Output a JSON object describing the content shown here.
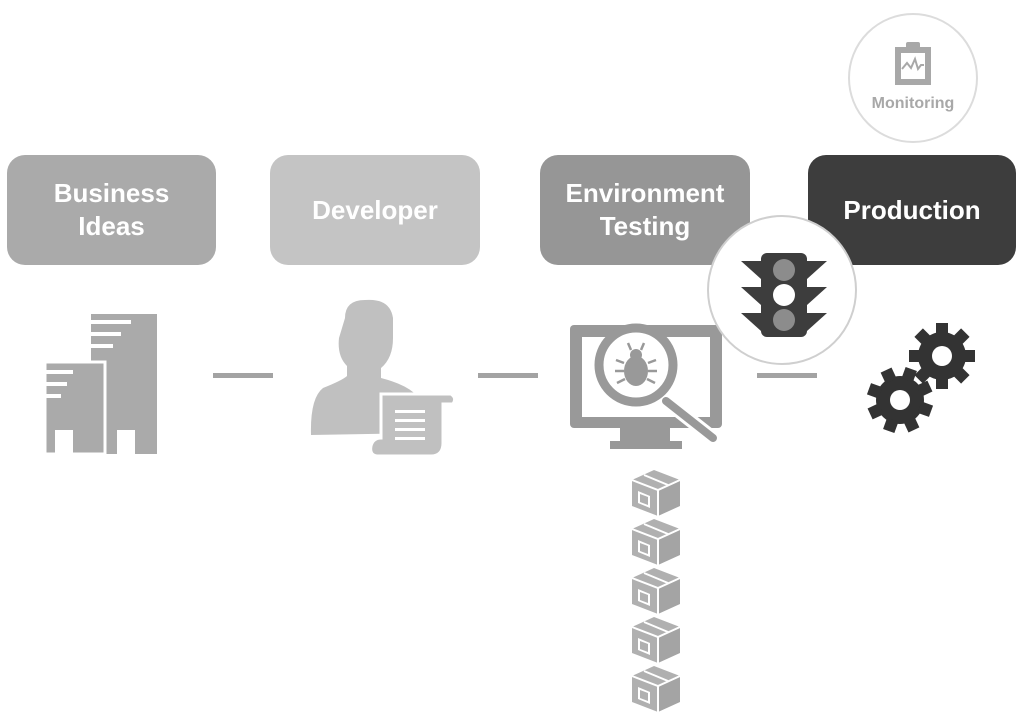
{
  "stages": [
    {
      "id": "business-ideas",
      "lines": [
        "Business",
        "Ideas"
      ],
      "color": "#aaaaaa"
    },
    {
      "id": "developer",
      "lines": [
        "Developer"
      ],
      "color": "#c4c4c4"
    },
    {
      "id": "environment-testing",
      "lines": [
        "Environment",
        "Testing"
      ],
      "color": "#969696"
    },
    {
      "id": "production",
      "lines": [
        "Production"
      ],
      "color": "#3d3d3d"
    }
  ],
  "monitoring": {
    "label": "Monitoring",
    "icon": "clipboard-chart-icon"
  },
  "icons": [
    "buildings-icon",
    "developer-scroll-icon",
    "monitor-bug-search-icon",
    "gears-icon",
    "traffic-light-icon",
    "package-box-icon"
  ]
}
